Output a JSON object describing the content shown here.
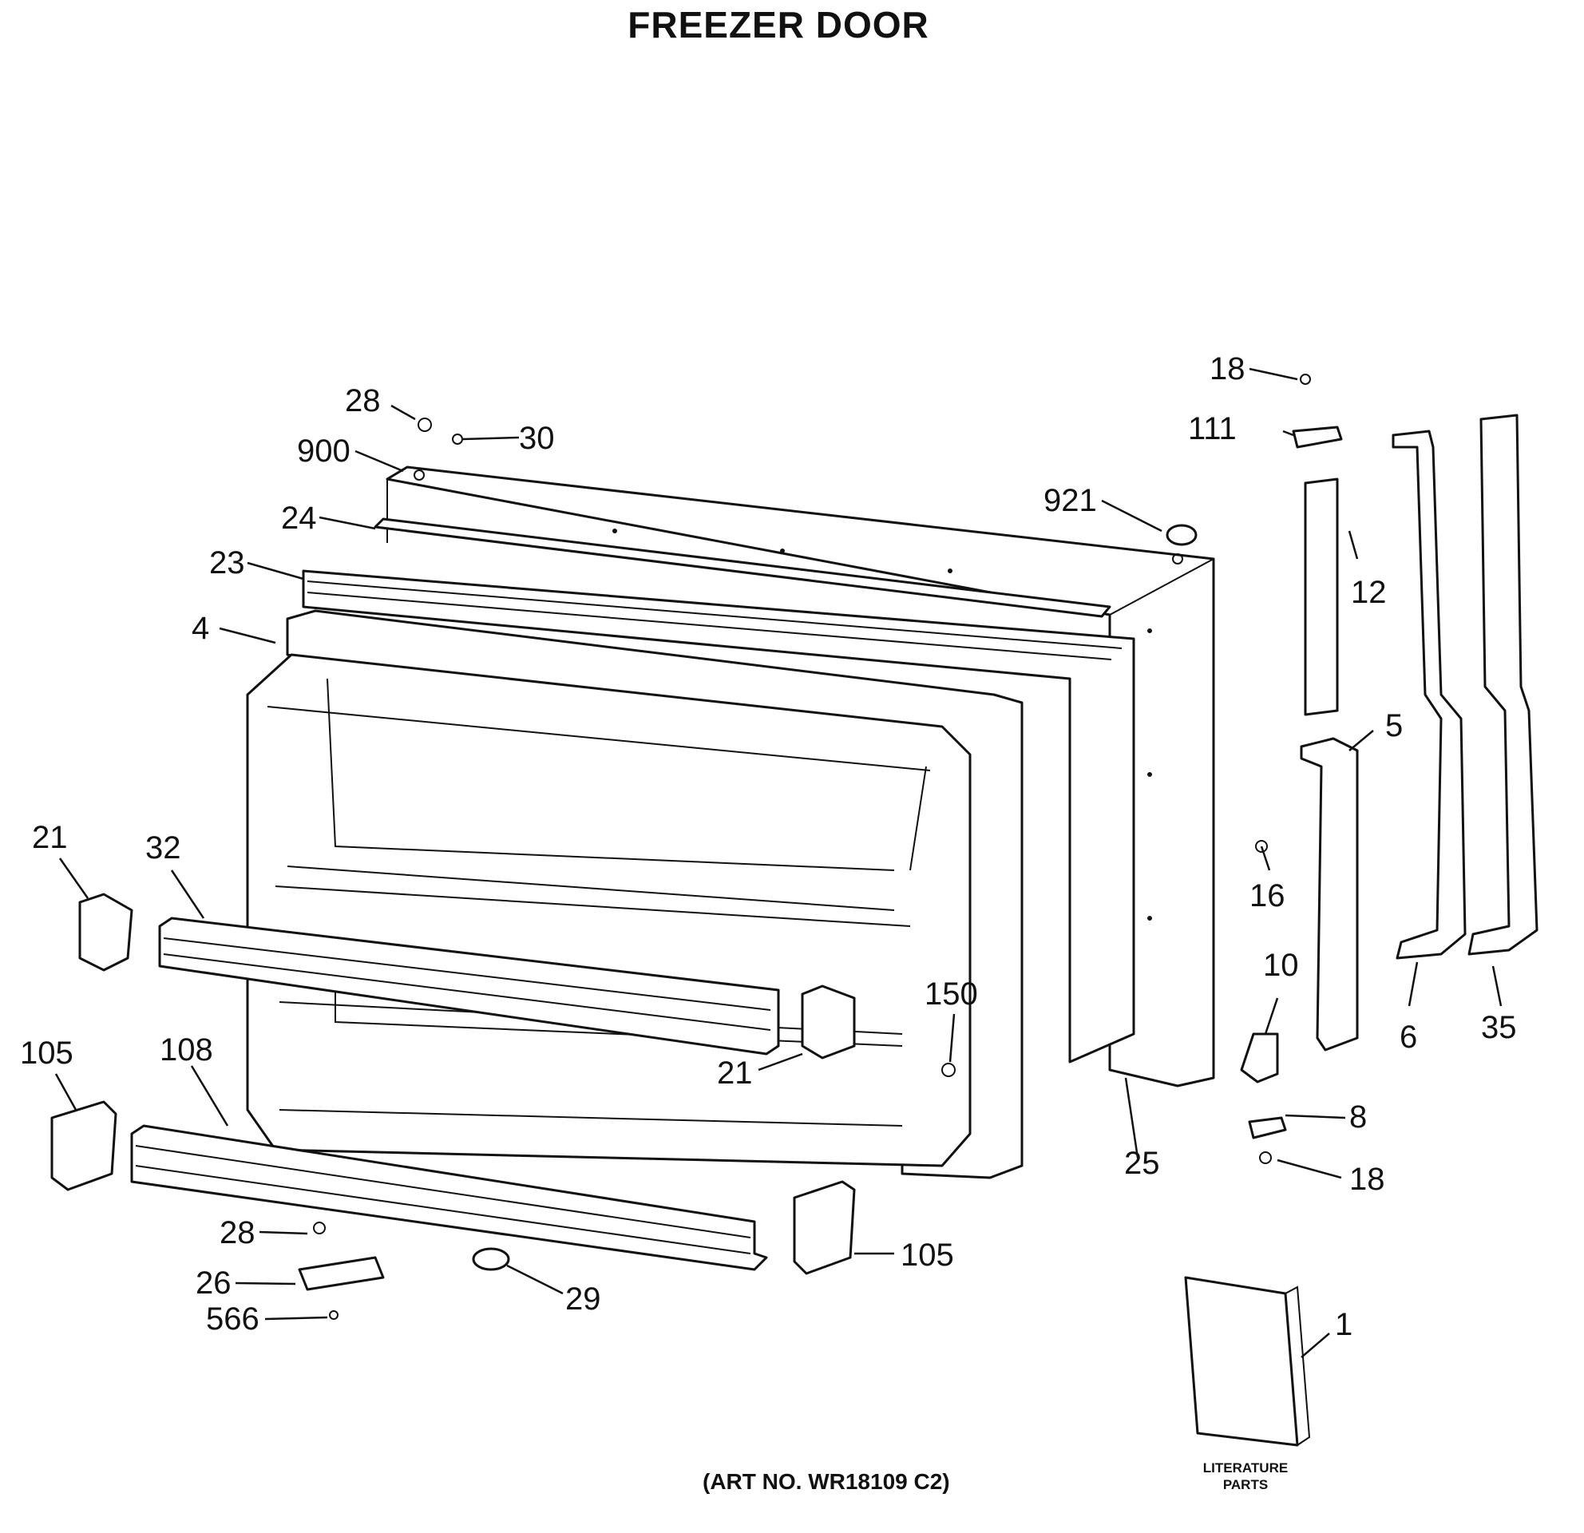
{
  "title": "FREEZER DOOR",
  "art_number": "(ART NO. WR18109 C2)",
  "literature": {
    "line1": "LITERATURE",
    "line2": "PARTS"
  },
  "callouts": [
    "28",
    "30",
    "900",
    "24",
    "23",
    "4",
    "921",
    "18",
    "111",
    "12",
    "5",
    "6",
    "35",
    "16",
    "10",
    "8",
    "18",
    "25",
    "150",
    "21",
    "32",
    "21",
    "105",
    "108",
    "105",
    "28",
    "26",
    "566",
    "29",
    "1"
  ]
}
